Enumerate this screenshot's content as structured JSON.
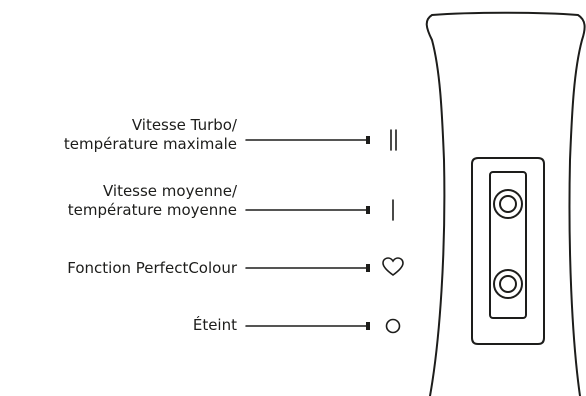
{
  "labels": [
    {
      "id": "turbo",
      "line1": "Vitesse Turbo/",
      "line2": "température maximale",
      "symbol": "double-bar-icon"
    },
    {
      "id": "medium",
      "line1": "Vitesse moyenne/",
      "line2": "température moyenne",
      "symbol": "single-bar-icon"
    },
    {
      "id": "perfectcolour",
      "line1": "Fonction PerfectColour",
      "symbol": "heart-icon"
    },
    {
      "id": "off",
      "line1": "Éteint",
      "symbol": "circle-icon"
    }
  ],
  "colors": {
    "ink": "#1d1d1b",
    "background": "#ffffff"
  }
}
